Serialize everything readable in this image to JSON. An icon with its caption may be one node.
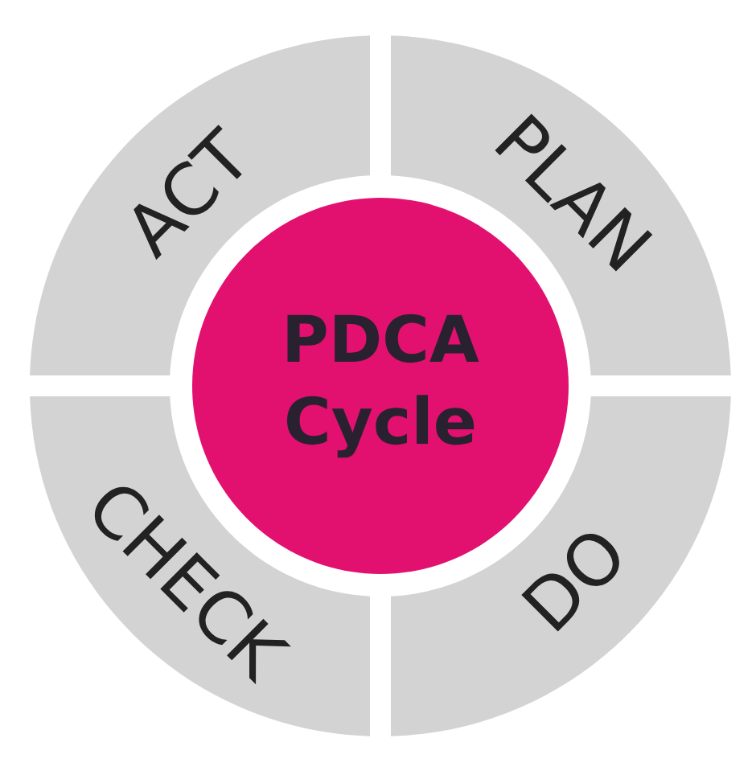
{
  "diagram": {
    "nodes": [
      {
        "text": [
          "PDCA Cycle"
        ]
      },
      {
        "text": [
          "PLAN"
        ]
      },
      {
        "text": [
          "DO"
        ]
      },
      {
        "text": [
          "CHECK"
        ]
      },
      {
        "text": [
          "ACT"
        ]
      }
    ]
  }
}
